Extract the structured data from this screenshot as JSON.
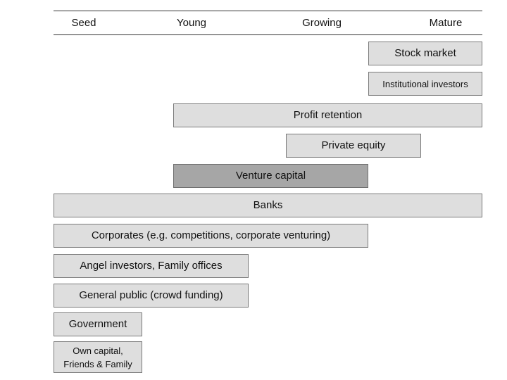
{
  "stages": [
    "Seed",
    "Young",
    "Growing",
    "Mature"
  ],
  "sources": [
    "Stock market",
    "Institutional  investors",
    "Profit retention",
    "Private equity",
    "Venture capital",
    "Banks",
    "Corporates (e.g. competitions, corporate venturing)",
    "Angel investors, Family offices",
    "General public (crowd funding)",
    "Government",
    "Own capital,\nFriends & Family"
  ],
  "colors": {
    "bar_fill": "#dedede",
    "highlight_fill": "#a6a6a6",
    "border": "#7a7a7a"
  }
}
